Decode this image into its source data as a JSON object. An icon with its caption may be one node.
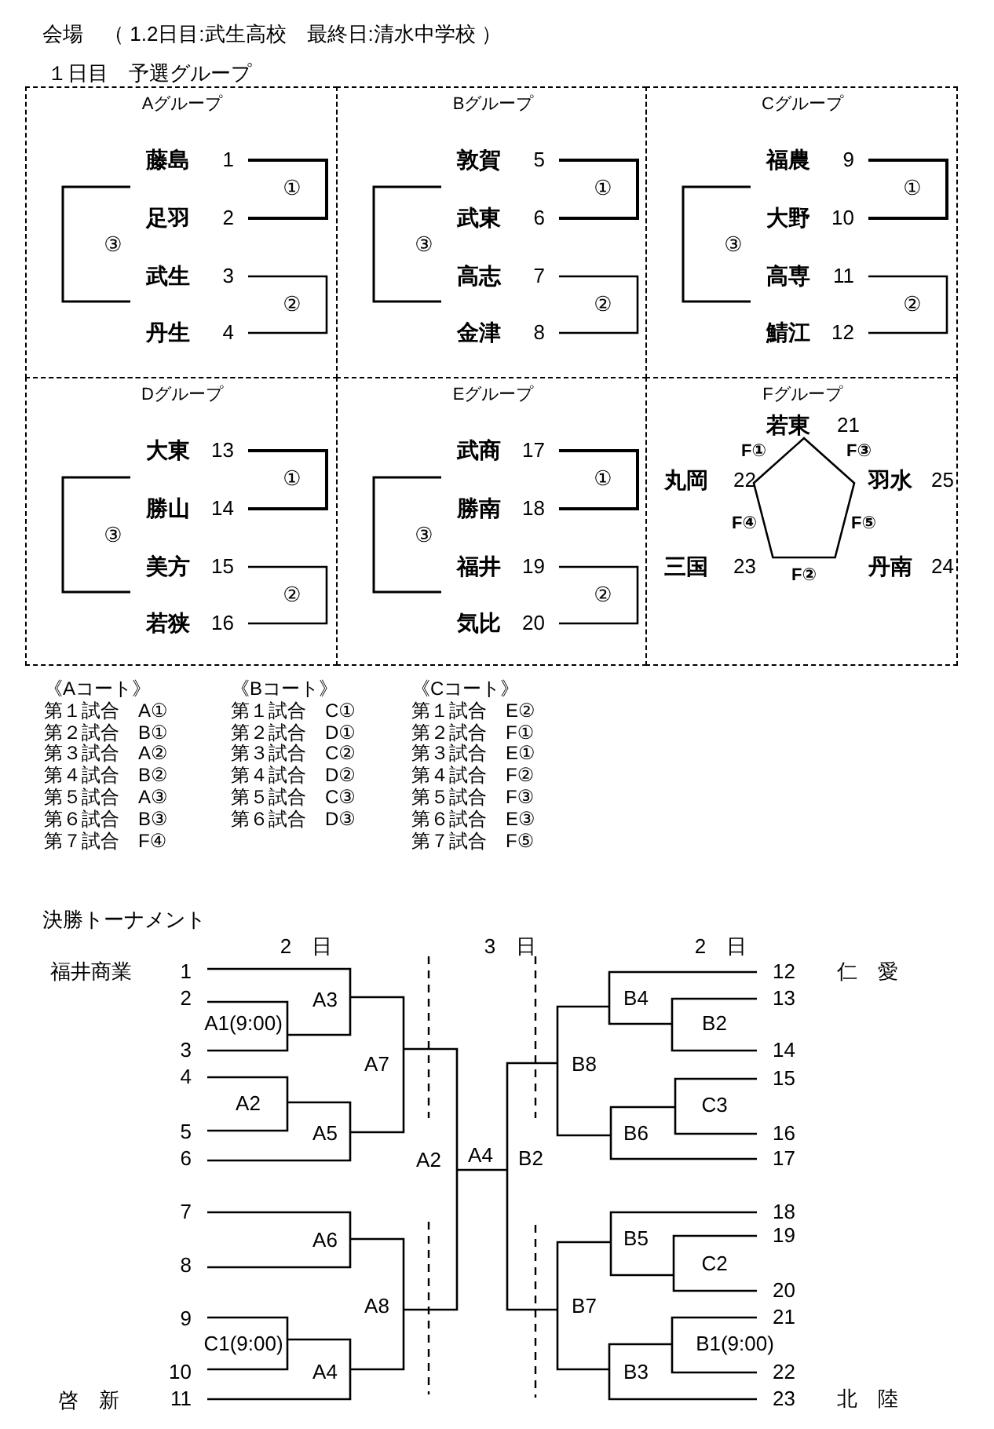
{
  "diagram": {
    "title": "会場　（ 1.2日目:武生高校　最終日:清水中学校 ）",
    "nodes": [
      {
        "text": [
          "１日目　予選グループ"
        ]
      },
      {
        "text": [
          "Aグループ",
          "藤島",
          "1",
          "足羽",
          "2",
          "武生",
          "3",
          "丹生",
          "4",
          "①",
          "②",
          "③"
        ],
        "in": 0
      },
      {
        "text": [
          "Bグループ",
          "敦賀",
          "5",
          "武東",
          "6",
          "高志",
          "7",
          "金津",
          "8",
          "①",
          "②",
          "③"
        ],
        "in": 0
      },
      {
        "text": [
          "Cグループ",
          "福農",
          "9",
          "大野",
          "10",
          "高専",
          "11",
          "鯖江",
          "12",
          "①",
          "②",
          "③"
        ],
        "in": 0
      },
      {
        "text": [
          "Dグループ",
          "大東",
          "13",
          "勝山",
          "14",
          "美方",
          "15",
          "若狭",
          "16",
          "①",
          "②",
          "③"
        ],
        "in": 0
      },
      {
        "text": [
          "Eグループ",
          "武商",
          "17",
          "勝南",
          "18",
          "福井",
          "19",
          "気比",
          "20",
          "①",
          "②",
          "③"
        ],
        "in": 0
      },
      {
        "text": [
          "Fグループ",
          "若東",
          "21",
          "丸岡",
          "22",
          "羽水",
          "25",
          "三国",
          "23",
          "丹南",
          "24",
          "F①",
          "F③",
          "F④",
          "F⑤",
          "F②"
        ],
        "in": 0
      },
      {
        "text": [],
        "shape": "pentagon",
        "in": 6
      }
    ],
    "labels": [
      "《Aコート》",
      "《Bコート》",
      "《Cコート》",
      "第１試合　A①",
      "第１試合　C①",
      "第１試合　E②",
      "第２試合　B①",
      "第２試合　D①",
      "第２試合　F①",
      "第３試合　A②",
      "第３試合　C②",
      "第３試合　E①",
      "第４試合　B②",
      "第４試合　D②",
      "第４試合　F②",
      "第５試合　A③",
      "第５試合　C③",
      "第５試合　F③",
      "第６試合　B③",
      "第６試合　D③",
      "第６試合　E③",
      "第７試合　F④",
      "第７試合　F⑤",
      "決勝トーナメント",
      "2　日",
      "3　日",
      "2　日",
      "福井商業",
      "1",
      "12",
      "仁　愛",
      "2",
      "A3",
      "B4",
      "13",
      "A1(9:00)",
      "B2",
      "3",
      "14",
      "A7",
      "B8",
      "4",
      "15",
      "A2",
      "C3",
      "5",
      "A5",
      "B6",
      "16",
      "6",
      "A2",
      "A4",
      "B2",
      "17",
      "7",
      "18",
      "A6",
      "B5",
      "19",
      "8",
      "C2",
      "20",
      "A8",
      "B7",
      "9",
      "21",
      "C1(9:00)",
      "B1(9:00)",
      "10",
      "A4",
      "B3",
      "22",
      "啓　新",
      "11",
      "23",
      "北　陸"
    ]
  }
}
